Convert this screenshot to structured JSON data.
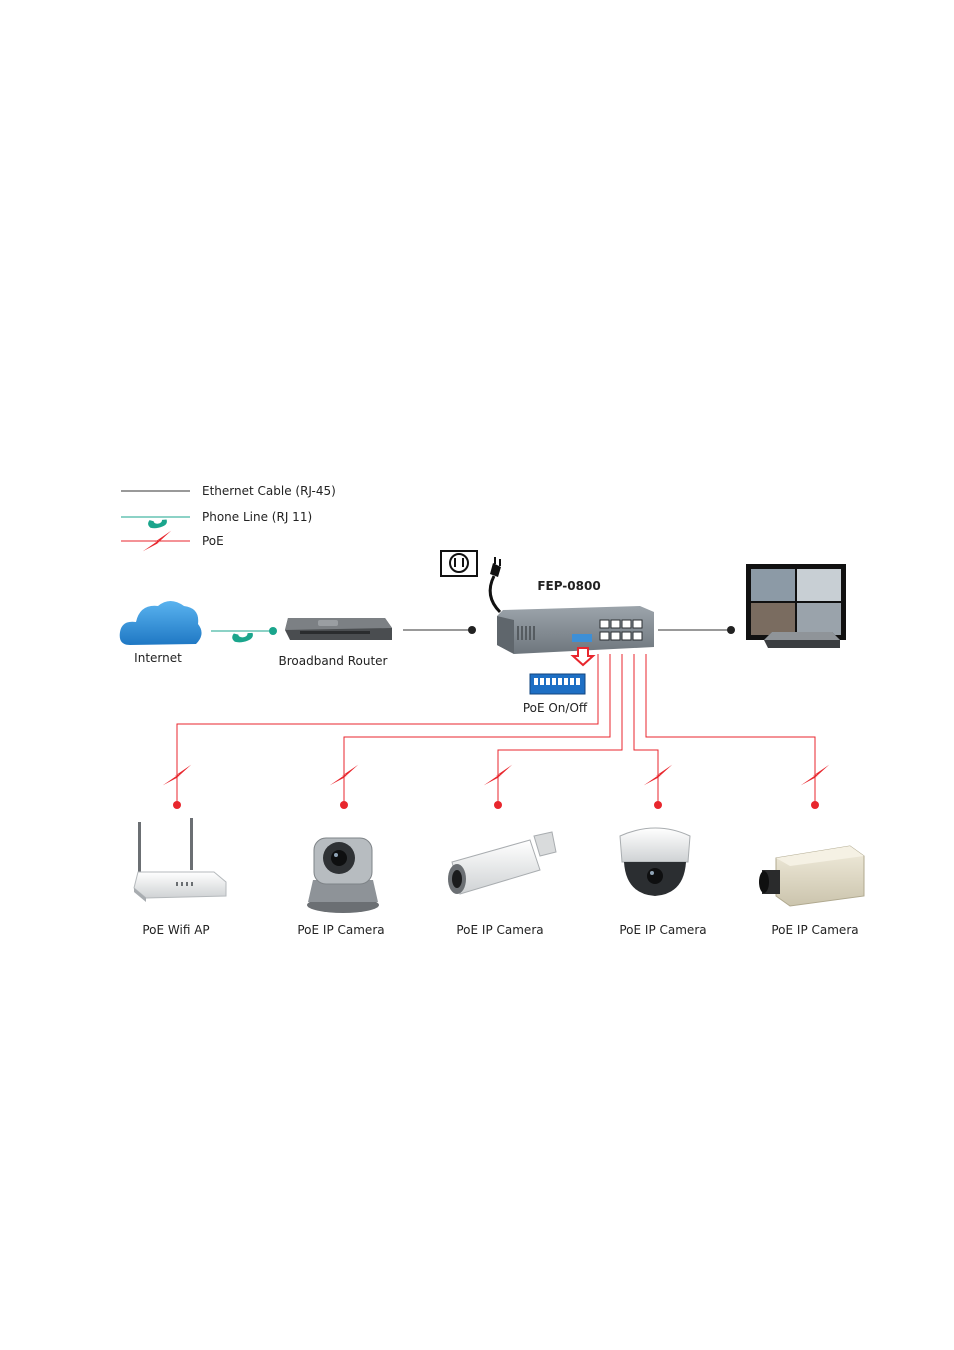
{
  "legend": {
    "ethernet": "Ethernet Cable (RJ-45)",
    "phone": "Phone Line (RJ 11)",
    "poe": "PoE"
  },
  "nodes": {
    "internet": "Internet",
    "router": "Broadband Router",
    "switch": "FEP-0800",
    "poe_switch": "PoE On/Off"
  },
  "devices": [
    {
      "label": "PoE Wifi AP",
      "icon": "wifi-ap-icon"
    },
    {
      "label": "PoE IP Camera",
      "icon": "ptz-camera-icon"
    },
    {
      "label": "PoE IP Camera",
      "icon": "bullet-camera-icon"
    },
    {
      "label": "PoE IP Camera",
      "icon": "dome-camera-icon"
    },
    {
      "label": "PoE IP Camera",
      "icon": "box-camera-icon"
    }
  ],
  "colors": {
    "ethernet": "#333333",
    "phone": "#1aa58c",
    "poe": "#e8262d",
    "cloud": "#2f8fd8",
    "switch": "#8a9299"
  }
}
